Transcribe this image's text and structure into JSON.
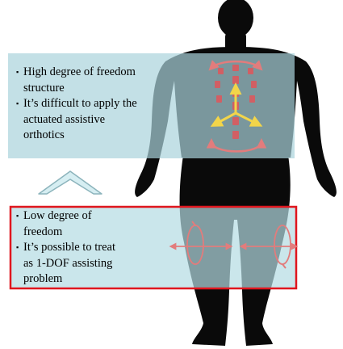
{
  "upper_panel": {
    "bullets": [
      "High degree of freedom structure",
      "It’s difficult to apply the actuated assistive orthotics"
    ]
  },
  "lower_panel": {
    "bullets": [
      "Low degree of freedom",
      "It’s possible to treat as 1-DOF assisting problem"
    ]
  },
  "bullet_glyph": "▪",
  "colors": {
    "silhouette": "#0a0a0a",
    "upper_panel_fill": "#a9d3dc",
    "lower_panel_fill": "#b4dbe3",
    "lower_panel_border": "#e0161e",
    "spine_markers": "#e0555a",
    "axis_arrows": "#f2d54a",
    "rotation_arrows": "#e27c7c",
    "chevron_fill": "#d6eef2",
    "chevron_stroke": "#8cb4bc"
  }
}
